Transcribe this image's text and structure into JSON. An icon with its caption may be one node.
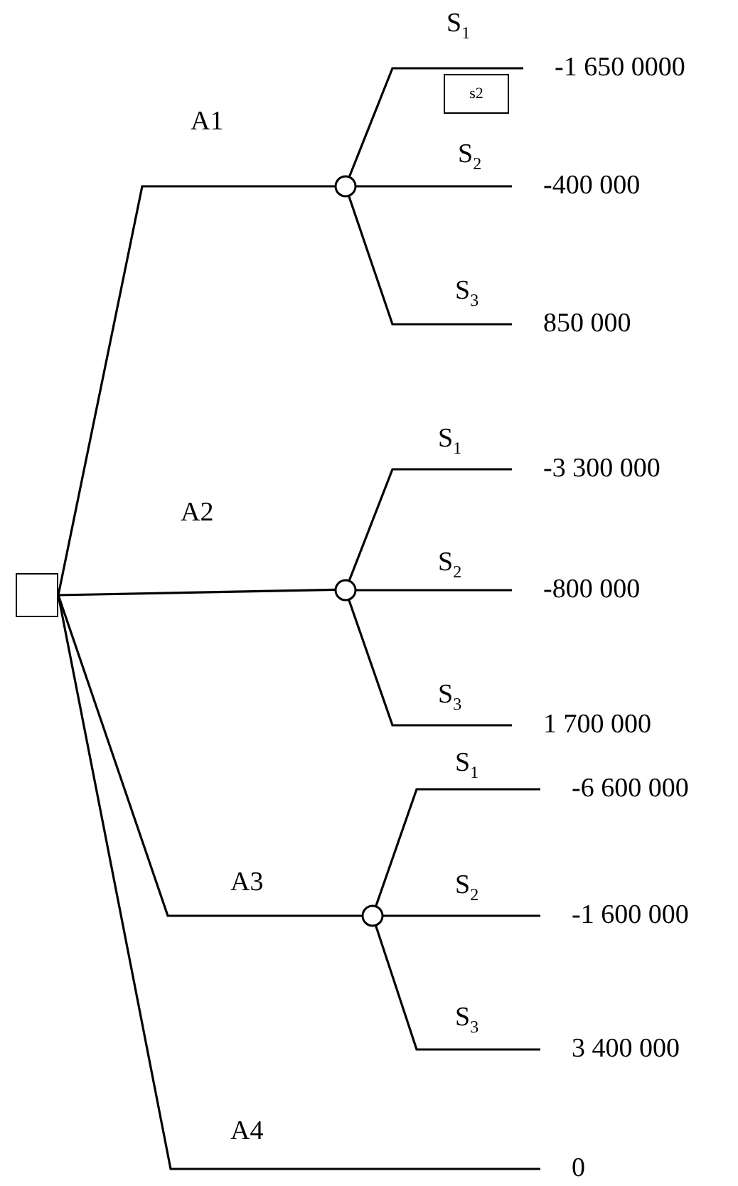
{
  "diagram": {
    "nodes": [
      {
        "text": [],
        "shape": "box"
      },
      {
        "text": [],
        "shape": "circle"
      },
      {
        "text": [],
        "shape": "circle"
      },
      {
        "text": [],
        "shape": "circle"
      },
      {
        "text": [
          "-1 650 0000"
        ]
      },
      {
        "text": [
          "-400 000"
        ]
      },
      {
        "text": [
          "850 000"
        ]
      },
      {
        "text": [
          "-3 300 000"
        ]
      },
      {
        "text": [
          "-800 000"
        ]
      },
      {
        "text": [
          "1 700 000"
        ]
      },
      {
        "text": [
          "-6 600 000"
        ]
      },
      {
        "text": [
          "-1 600 000"
        ]
      },
      {
        "text": [
          "3 400 000"
        ]
      },
      {
        "text": [
          "0"
        ]
      },
      {
        "text": [
          "s2"
        ]
      }
    ],
    "edges": [
      {
        "from": 0,
        "to": 1,
        "arrow": "none",
        "label": "A1"
      },
      {
        "from": 0,
        "to": 2,
        "arrow": "none",
        "label": "A2"
      },
      {
        "from": 0,
        "to": 3,
        "arrow": "none",
        "label": "A3"
      },
      {
        "from": 0,
        "to": 13,
        "arrow": "none",
        "label": "A4"
      },
      {
        "from": 1,
        "to": 4,
        "arrow": "none",
        "label": "S$_{1}$"
      },
      {
        "from": 1,
        "to": 5,
        "arrow": "none",
        "label": "S$_{2}$"
      },
      {
        "from": 1,
        "to": 6,
        "arrow": "none",
        "label": "S$_{3}$"
      },
      {
        "from": 2,
        "to": 7,
        "arrow": "none",
        "label": "S$_{1}$"
      },
      {
        "from": 2,
        "to": 8,
        "arrow": "none",
        "label": "S$_{2}$"
      },
      {
        "from": 2,
        "to": 9,
        "arrow": "none",
        "label": "S$_{3}$"
      },
      {
        "from": 3,
        "to": 10,
        "arrow": "none",
        "label": "S$_{1}$"
      },
      {
        "from": 3,
        "to": 11,
        "arrow": "none",
        "label": "S$_{2}$"
      },
      {
        "from": 3,
        "to": 12,
        "arrow": "none",
        "label": "S$_{3}$"
      }
    ]
  }
}
